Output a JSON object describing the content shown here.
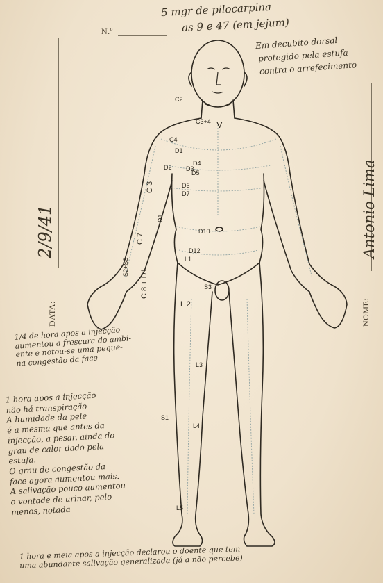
{
  "form": {
    "number_label": "N.º",
    "date_label": "DATA:",
    "name_label": "NOME:"
  },
  "handwritten": {
    "top_line_1": "5 mgr de pilocarpina",
    "top_line_2": "as 9 e 47 (em jejum)",
    "top_right_1": "Em decubito dorsal",
    "top_right_2": "protegido pela estufa",
    "top_right_3": "contra o arrefecimento",
    "date_value": "2/9/41",
    "name_value": "Antonio Lima",
    "note_1": [
      "1/4 de hora apos a injecção",
      "aumentou a frescura do ambi-",
      "ente e notou-se uma peque-",
      "na congestão da face"
    ],
    "note_2": [
      "1 hora apos a injecção",
      "não há transpiração",
      "A humidade da pele",
      "é a mesma que antes da",
      "injecção, a pesar, ainda do",
      "grau de calor dado pela",
      "estufa.",
      "O grau de congestão da",
      "face agora aumentou mais.",
      "A salivação pouco aumentou",
      "o vontade de urinar, pelo",
      "menos, notada"
    ],
    "note_3": [
      "1 hora e meia apos a injecção declarou o doente que tem",
      "uma abundante salivação generalizada (já a não percebe)"
    ]
  },
  "segments": {
    "c2": "C2",
    "c3c4": "C3+4",
    "v": "V",
    "c4": "C4",
    "d1": "D1",
    "d2": "D2",
    "d3": "D3",
    "d4": "D4",
    "d5": "D5",
    "d6": "D6",
    "d7": "D7",
    "d10": "D10",
    "d12": "D12",
    "l1": "L1",
    "l2": "L 2",
    "l3": "L3",
    "l4": "L4",
    "l5": "L5",
    "s1": "S1",
    "s3": "S3",
    "s2s3": "S2+S3",
    "c3_arm": "C 3",
    "c7": "C 7",
    "c8d1": "C 8 + D1",
    "d1_arm": "D1"
  }
}
